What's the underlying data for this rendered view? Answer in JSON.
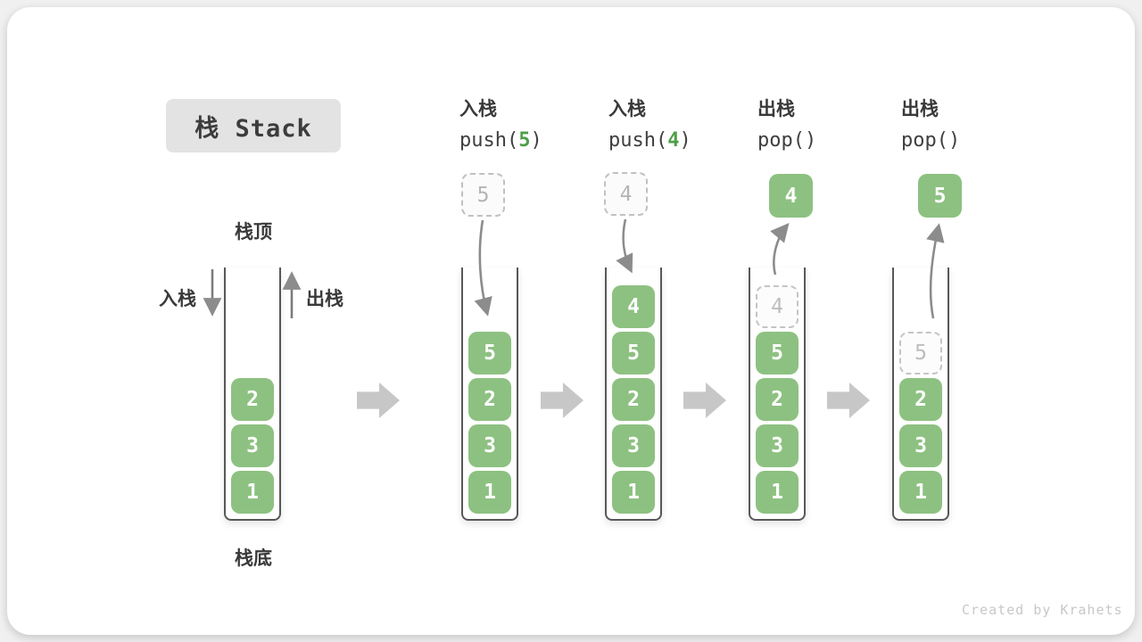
{
  "title": "栈 Stack",
  "labels": {
    "stack_top": "栈顶",
    "stack_bottom": "栈底",
    "push_side": "入栈",
    "pop_side": "出栈"
  },
  "colors": {
    "item_green": "#8dc181",
    "code_arg_green": "#4f9e4a",
    "ghost_gray": "#bdbdbd",
    "arrow_gray": "#8c8c8c",
    "block_arrow_gray": "#c7c7c7",
    "title_bg": "#e3e3e3"
  },
  "columns": [
    {
      "items": [
        {
          "value": "2"
        },
        {
          "value": "3"
        },
        {
          "value": "1"
        }
      ]
    },
    {
      "op_cn": "入栈",
      "code_pre": "push(",
      "code_arg": "5",
      "code_post": ")",
      "float_value": "5",
      "float_style": "dashed",
      "items": [
        {
          "value": "5"
        },
        {
          "value": "2"
        },
        {
          "value": "3"
        },
        {
          "value": "1"
        }
      ]
    },
    {
      "op_cn": "入栈",
      "code_pre": "push(",
      "code_arg": "4",
      "code_post": ")",
      "float_value": "4",
      "float_style": "dashed",
      "items": [
        {
          "value": "4"
        },
        {
          "value": "5"
        },
        {
          "value": "2"
        },
        {
          "value": "3"
        },
        {
          "value": "1"
        }
      ]
    },
    {
      "op_cn": "出栈",
      "code_pre": "pop(",
      "code_arg": "",
      "code_post": ")",
      "float_value": "4",
      "float_style": "solid",
      "items": [
        {
          "value": "4",
          "ghost": true
        },
        {
          "value": "5"
        },
        {
          "value": "2"
        },
        {
          "value": "3"
        },
        {
          "value": "1"
        }
      ]
    },
    {
      "op_cn": "出栈",
      "code_pre": "pop(",
      "code_arg": "",
      "code_post": ")",
      "float_value": "5",
      "float_style": "solid",
      "items": [
        {
          "value": "5",
          "ghost": true
        },
        {
          "value": "2"
        },
        {
          "value": "3"
        },
        {
          "value": "1"
        }
      ]
    }
  ],
  "watermark": "Created by Krahets"
}
